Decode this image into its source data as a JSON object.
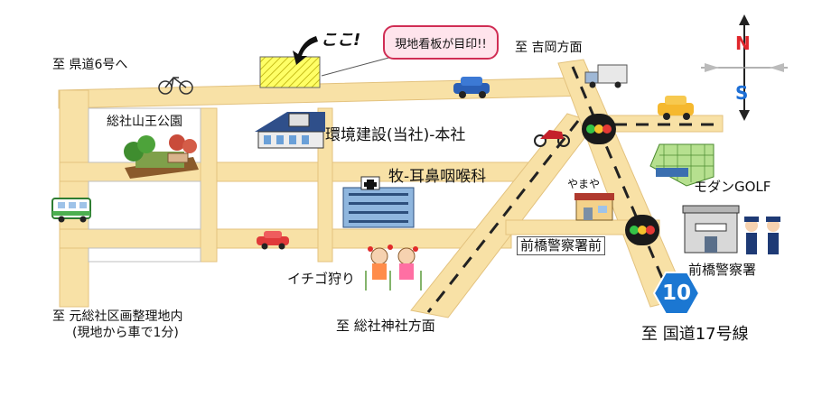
{
  "bubble_text": "現地看板が目印!!",
  "here_label": "ここ!",
  "labels": {
    "to_prefectural_road_6": "至 県道6号へ",
    "to_yoshioka": "至 吉岡方面",
    "park": "総社山王公園",
    "company_hq": "環境建設(当社)-本社",
    "ent_clinic": "牧-耳鼻咽喉科",
    "yamaya": "やまや",
    "modern_golf": "モダンGOLF",
    "police_front_intersection": "前橋警察署前",
    "police_station": "前橋警察署",
    "strawberry_picking": "イチゴ狩り",
    "to_soja_shrine": "至 総社神社方面",
    "to_motosoja_line1": "至 元総社区画整理地内",
    "to_motosoja_line2": "(現地から車で1分)",
    "to_route_17": "至 国道17号線"
  },
  "route_number": "10",
  "compass": {
    "north": "N",
    "south": "S"
  },
  "colors": {
    "road": "#f8e1a6",
    "road_edge": "#e3c27e",
    "site_fill": "#ffff66",
    "bubble_border": "#d02d54",
    "bubble_fill": "#ffe4ec",
    "route_badge": "#1b77d2",
    "north_red": "#e0262b",
    "south_blue": "#1d6fd6"
  }
}
